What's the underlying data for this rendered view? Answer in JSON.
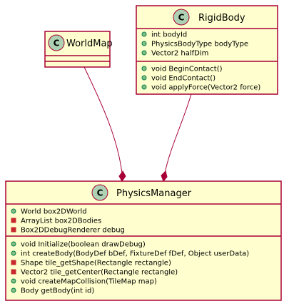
{
  "diagram": {
    "classes": [
      {
        "id": "worldmap",
        "stereotype_glyph": "C",
        "name": "WorldMap",
        "fields": [],
        "methods": []
      },
      {
        "id": "rigidbody",
        "stereotype_glyph": "C",
        "name": "RigidBody",
        "fields": [
          {
            "visibility": "public",
            "text": "int bodyId"
          },
          {
            "visibility": "public",
            "text": "PhysicsBodyType bodyType"
          },
          {
            "visibility": "public",
            "text": "Vector2 halfDim"
          }
        ],
        "methods": [
          {
            "visibility": "public",
            "text": "void BeginContact()"
          },
          {
            "visibility": "public",
            "text": "void EndContact()"
          },
          {
            "visibility": "public",
            "text": "void applyForce(Vector2 force)"
          }
        ]
      },
      {
        "id": "physicsmanager",
        "stereotype_glyph": "C",
        "name": "PhysicsManager",
        "fields": [
          {
            "visibility": "public",
            "text": "World box2DWorld"
          },
          {
            "visibility": "private",
            "text": "ArrayList box2DBodies"
          },
          {
            "visibility": "private",
            "text": "Box2DDebugRenderer debug"
          }
        ],
        "methods": [
          {
            "visibility": "public",
            "text": "void Initialize(boolean drawDebug)"
          },
          {
            "visibility": "public",
            "text": "int createBody(BodyDef bDef, FixtureDef fDef, Object userData)"
          },
          {
            "visibility": "private",
            "text": "Shape tile_getShape(Rectangle rectangle)"
          },
          {
            "visibility": "private",
            "text": "Vector2 tile_getCenter(Rectangle rectangle)"
          },
          {
            "visibility": "public",
            "text": "void createMapCollision(TileMap map)"
          },
          {
            "visibility": "public",
            "text": "Body getBody(int id)"
          }
        ]
      }
    ],
    "relations": [
      {
        "from": "worldmap",
        "to": "physicsmanager",
        "type": "composition"
      },
      {
        "from": "rigidbody",
        "to": "physicsmanager",
        "type": "composition"
      }
    ],
    "colors": {
      "class_fill": "#FEFECE",
      "border": "#A80036",
      "spot_fill": "#ADD1B2",
      "public_marker": "#84BE84",
      "private_marker": "#C82930"
    }
  }
}
